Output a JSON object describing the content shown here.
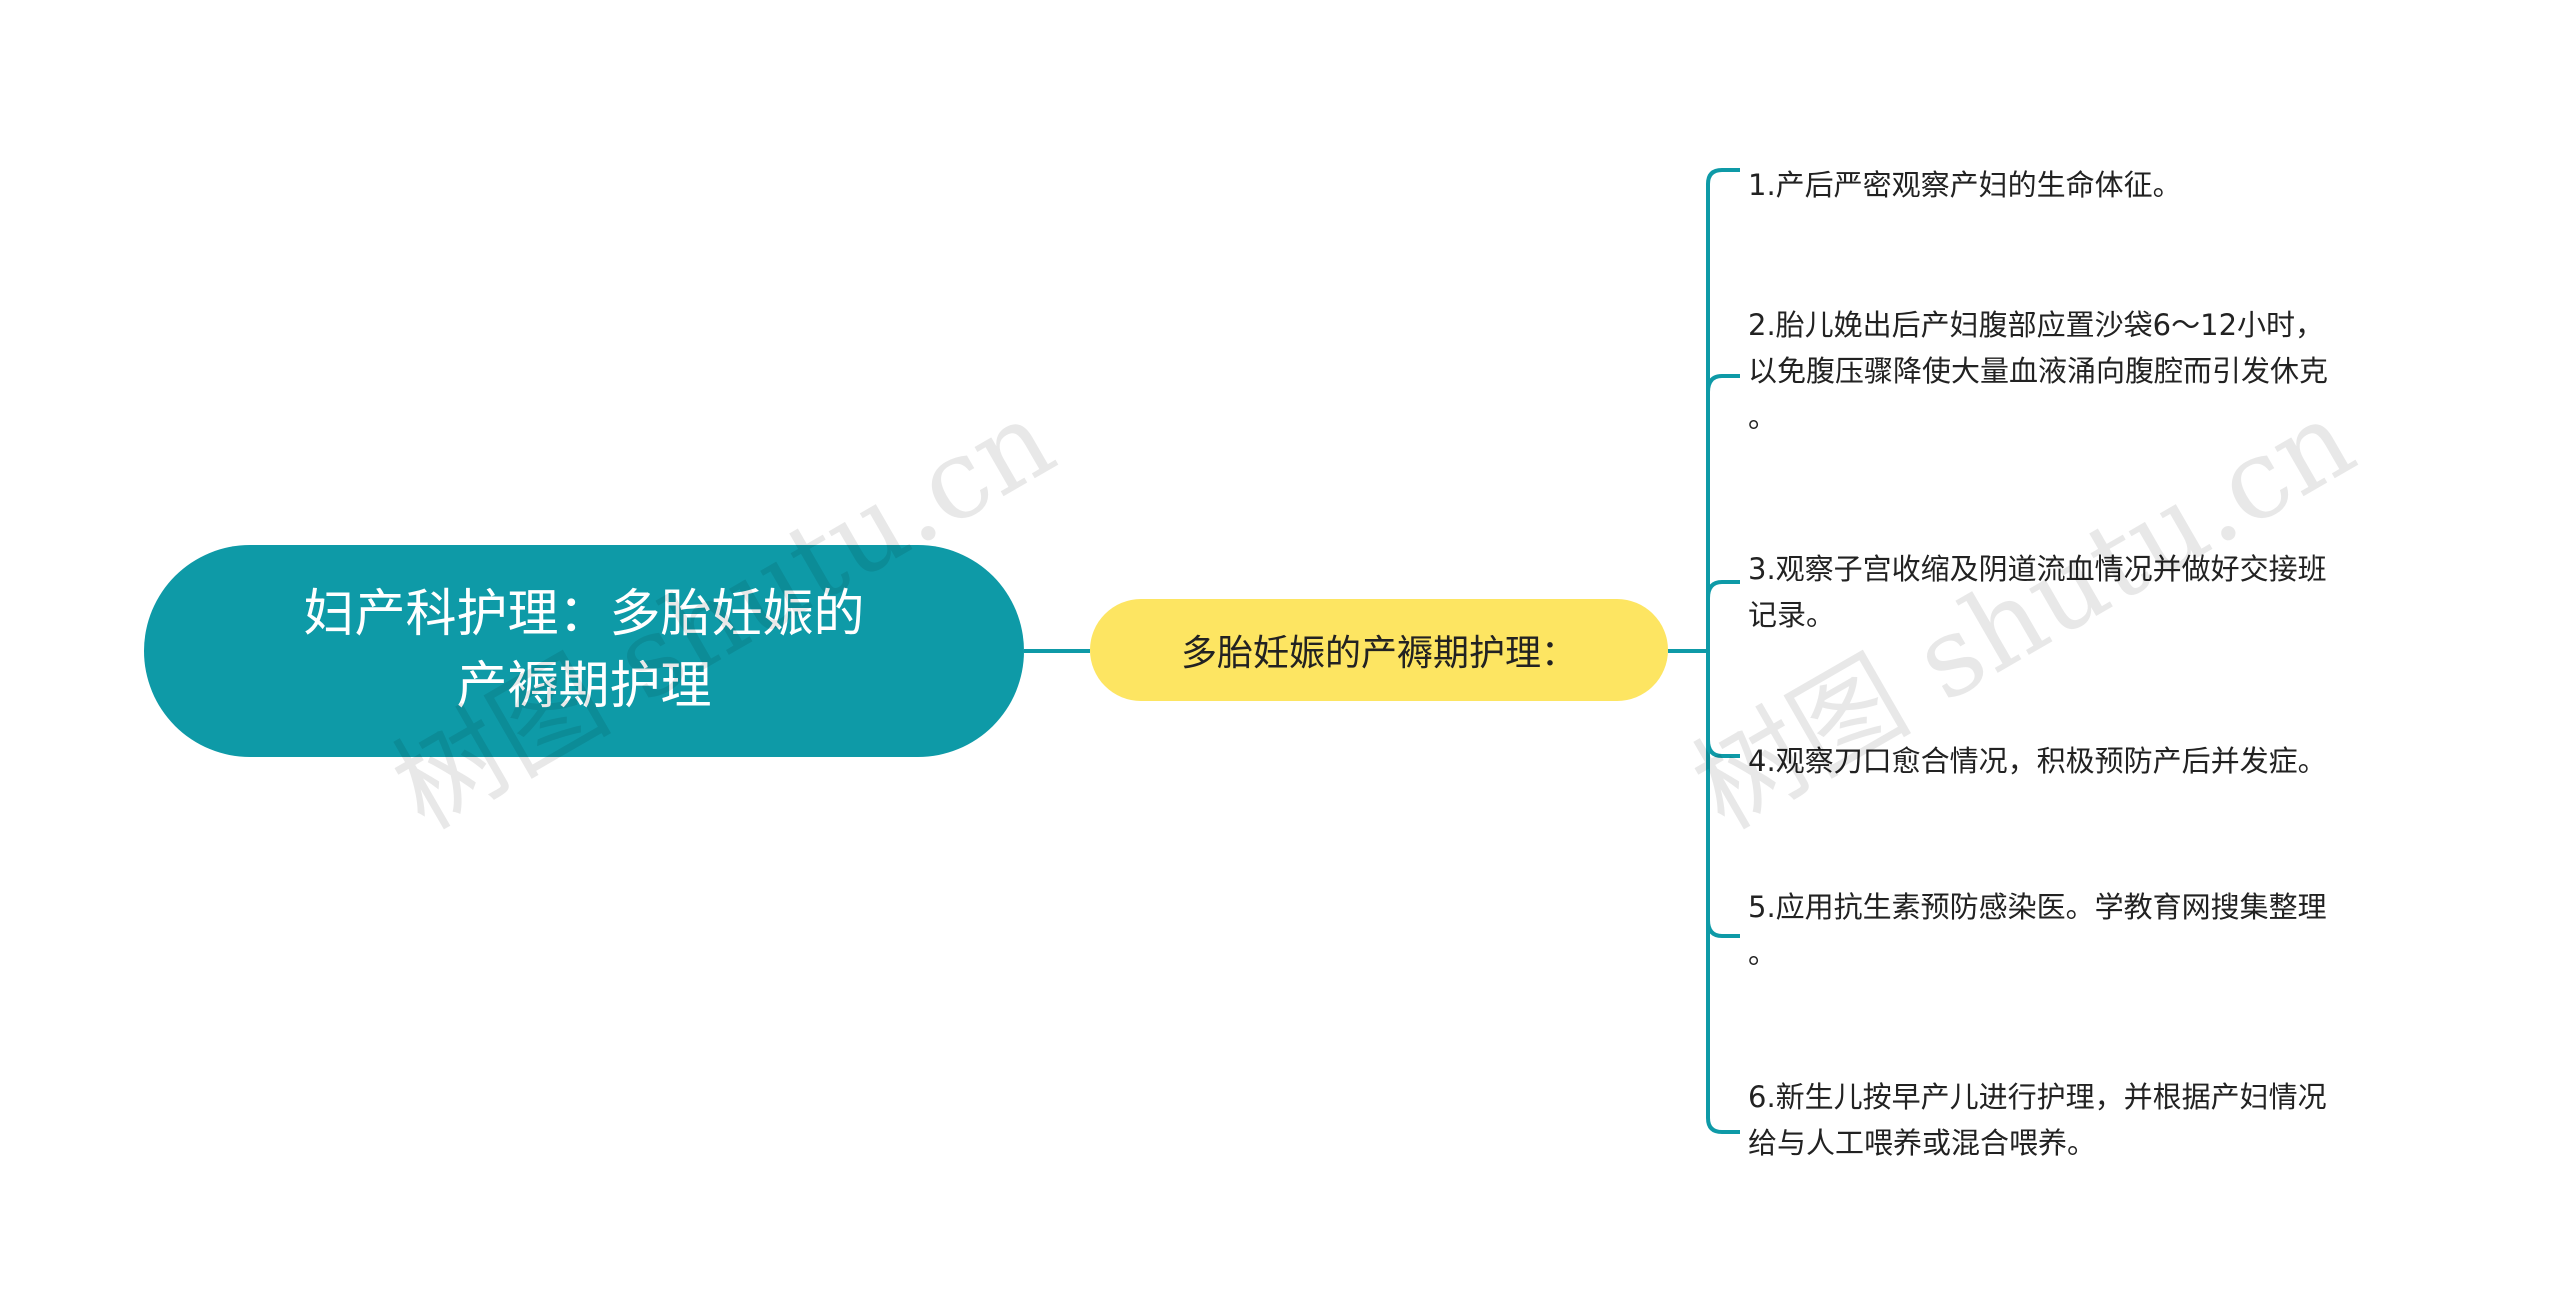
{
  "root": {
    "text": "妇产科护理：多胎妊娠的\n产褥期护理"
  },
  "branch": {
    "text": "多胎妊娠的产褥期护理："
  },
  "leaves": [
    {
      "text": "1.产后严密观察产妇的生命体征。"
    },
    {
      "text": "2.胎儿娩出后产妇腹部应置沙袋6～12小时，\n以免腹压骤降使大量血液涌向腹腔而引发休克\n。"
    },
    {
      "text": "3.观察子宫收缩及阴道流血情况并做好交接班\n记录。"
    },
    {
      "text": "4.观察刀口愈合情况，积极预防产后并发症。"
    },
    {
      "text": "5.应用抗生素预防感染医。学教育网搜集整理\n。"
    },
    {
      "text": "6.新生儿按早产儿进行护理，并根据产妇情况\n给与人工喂养或混合喂养。"
    }
  ],
  "watermark": {
    "text": "树图 shutu.cn"
  },
  "colors": {
    "root_fill": "#0e9aa7",
    "branch_fill": "#fde562",
    "connector": "#0e9aa7"
  }
}
